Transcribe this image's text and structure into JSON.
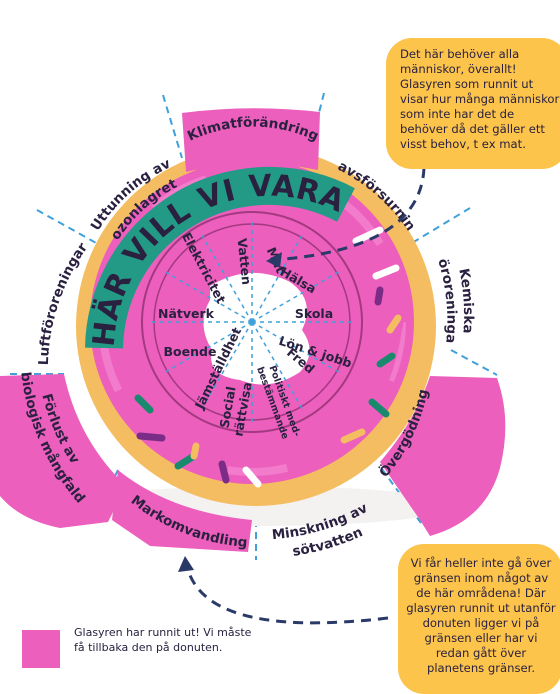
{
  "banner": {
    "text": "HÄR VILL VI VARA"
  },
  "outer_labels": {
    "ozone": [
      "Uttunning av",
      "ozonlagret"
    ],
    "climate": "Klimatförändring",
    "ocean": "Havsförsurning",
    "chemical": [
      "Kemiska",
      "föroreningar"
    ],
    "air": "Luftföroreningar",
    "biodiversity": [
      "Förlust av",
      "biologisk mångfald"
    ],
    "fertilization": "Övergödning",
    "land": "Markomvandling",
    "water": [
      "Minskning av",
      "sötvatten"
    ]
  },
  "inner_labels": {
    "electricity": "Elektricitet",
    "water": "Vatten",
    "food": "Mat",
    "health": "Hälsa",
    "network": "Nätverk",
    "school": "Skola",
    "housing": "Boende",
    "income": "Lön & jobb",
    "equality": "Jämställdhet",
    "peace": "Fred",
    "justice": [
      "Social",
      "rättvisa"
    ],
    "political": [
      "Politiskt med-",
      "bestämmande"
    ]
  },
  "callouts": {
    "top": "Det här behöver alla människor, överallt! Glasyren som runnit ut visar hur många människor som inte har det de behöver då det gäller ett visst behov, t ex mat.",
    "bottom": "Vi får heller inte gå över gränsen inom något av de här områdena! Där glasyren runnit ut utanför donuten ligger vi på gränsen eller har vi redan gått över planetens gränser."
  },
  "legend": {
    "text": "Glasyren har runnit ut! Vi måste få tillbaka den på donuten."
  },
  "colors": {
    "glaze": "#ec5fbd",
    "glaze_dark": "#d04f9f",
    "dough": "#f5bd61",
    "banner": "#239a86",
    "text": "#2a2140",
    "callout": "#fcc44a",
    "guide_lines": "#3fa0db",
    "arrow": "#2a3a68"
  }
}
